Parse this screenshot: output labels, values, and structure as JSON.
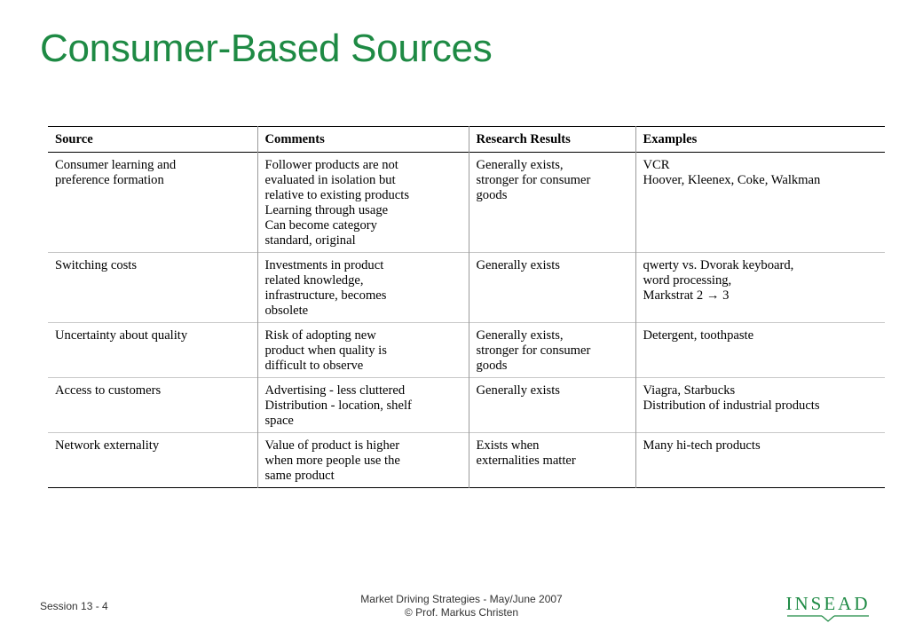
{
  "slide": {
    "title": "Consumer-Based Sources"
  },
  "table": {
    "headers": [
      "Source",
      "Comments",
      "Research Results",
      "Examples"
    ],
    "rows": [
      {
        "source": "Consumer learning and\npreference formation",
        "comments": "Follower products are not\nevaluated in isolation but\nrelative to existing products\nLearning through usage\nCan become category\nstandard, original",
        "research": "Generally exists,\nstronger for consumer\ngoods",
        "examples": "VCR\nHoover, Kleenex, Coke, Walkman"
      },
      {
        "source": "Switching costs",
        "comments": "Investments in product\nrelated knowledge,\ninfrastructure, becomes\nobsolete",
        "research": "Generally exists",
        "examples": "qwerty vs. Dvorak keyboard,\nword processing,\nMarkstrat 2 → 3"
      },
      {
        "source": "Uncertainty about quality",
        "comments": "Risk of adopting new\nproduct when quality is\ndifficult to observe",
        "research": "Generally exists,\nstronger for consumer\ngoods",
        "examples": "Detergent, toothpaste"
      },
      {
        "source": "Access to customers",
        "comments": "Advertising - less cluttered\nDistribution - location, shelf\nspace",
        "research": "Generally exists",
        "examples": "Viagra, Starbucks\nDistribution of industrial products"
      },
      {
        "source": "Network externality",
        "comments": "Value of product is higher\nwhen more people use the\nsame product",
        "research": "Exists when\nexternalities matter",
        "examples": "Many hi-tech products"
      }
    ]
  },
  "footer": {
    "session": "Session 13 - 4",
    "course": "Market Driving Strategies - May/June 2007",
    "copyright": "© Prof. Markus Christen",
    "logo_text": "INSEAD"
  },
  "colors": {
    "title_green": "#1e8a44",
    "logo_green": "#1e8a44",
    "text": "#000000",
    "footer_text": "#333333"
  }
}
